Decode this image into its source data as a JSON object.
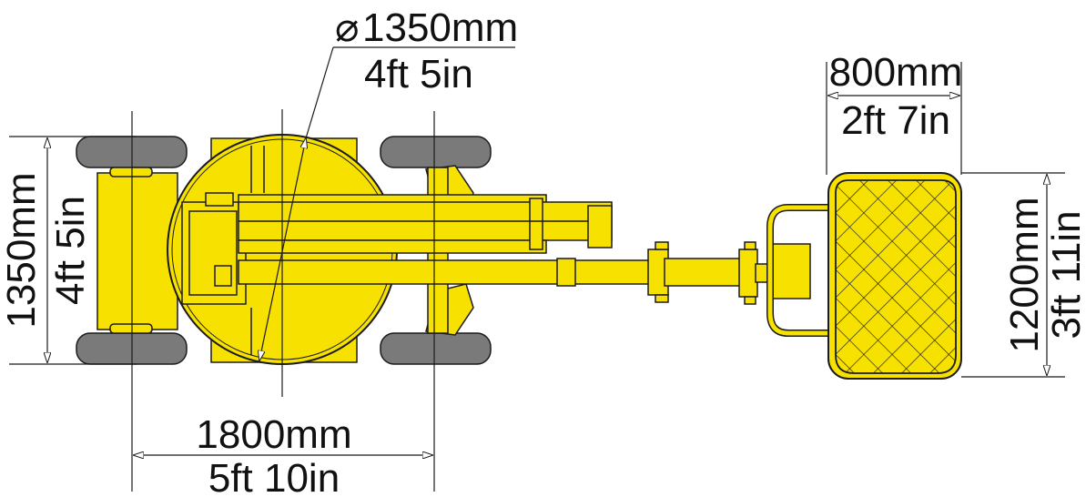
{
  "colors": {
    "machine_fill": "#f6e100",
    "machine_stroke": "#1a1a1a",
    "tyre_fill": "#7a7a7a",
    "dimension_line": "#1a1a1a",
    "basket_hatch": "#1a1a1a",
    "background": "#ffffff"
  },
  "dimensions": {
    "turret_diameter_symbol": "⌀",
    "turret_diameter_mm": "1350mm",
    "turret_diameter_imperial": "4ft 5in",
    "chassis_width_mm": "1350mm",
    "chassis_width_imperial": "4ft 5in",
    "wheelbase_mm": "1800mm",
    "wheelbase_imperial": "5ft 10in",
    "basket_width_mm": "800mm",
    "basket_width_imperial": "2ft 7in",
    "basket_length_mm": "1200mm",
    "basket_length_imperial": "3ft 11in"
  }
}
